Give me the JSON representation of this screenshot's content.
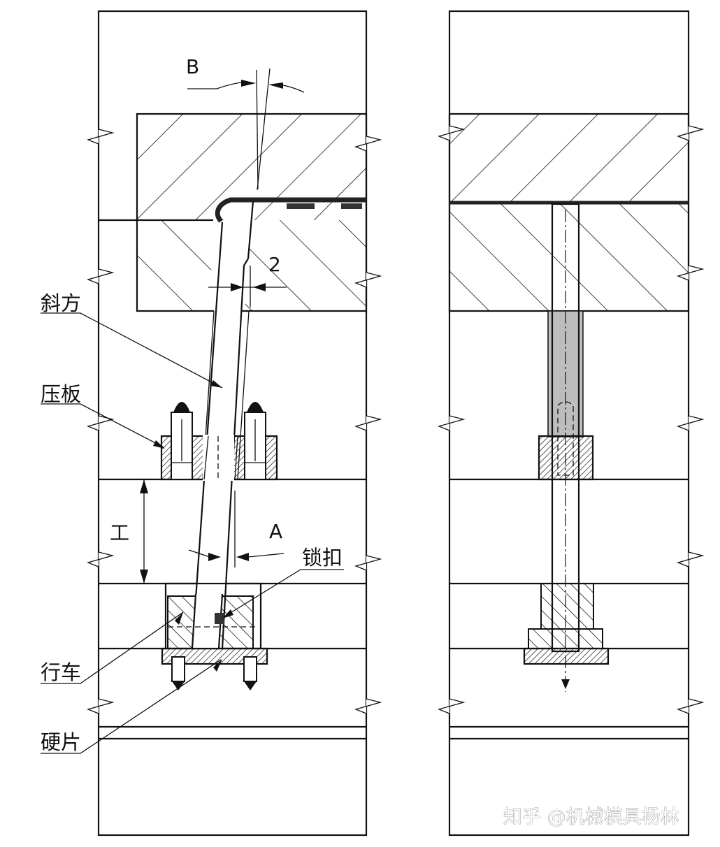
{
  "labels": {
    "angle_b": "B",
    "clearance_2": "2",
    "angle_pin": "斜方",
    "retainer_plate": "压板",
    "stroke_work": "工",
    "angle_a": "A",
    "lock": "锁扣",
    "slider": "行车",
    "wear_plate": "硬片"
  },
  "watermark": "知乎 @机械模具杨林",
  "colors": {
    "line": "#111111",
    "background": "#ffffff",
    "fill_gray": "#bdbdbd"
  }
}
